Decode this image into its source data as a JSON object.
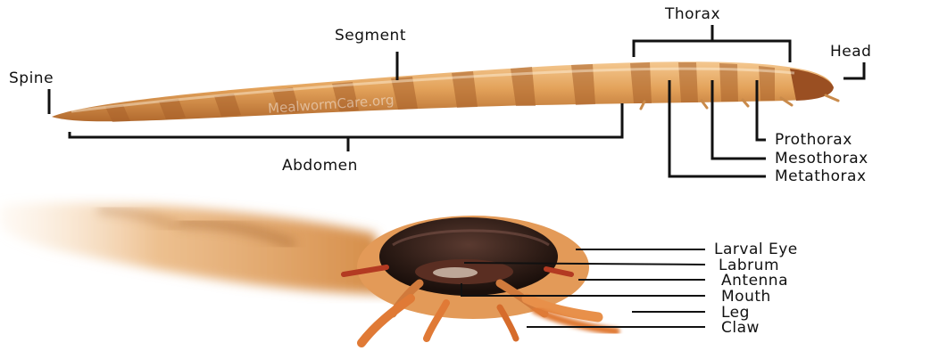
{
  "watermark": "MealwormCare.org",
  "top_labels": {
    "thorax": "Thorax",
    "segment": "Segment",
    "head": "Head",
    "spine": "Spine",
    "prothorax": "Prothorax",
    "mesothorax": "Mesothorax",
    "metathorax": "Metathorax",
    "abdomen": "Abdomen"
  },
  "head_labels": {
    "larval_eye": "Larval Eye",
    "labrum": "Labrum",
    "antenna": "Antenna",
    "mouth": "Mouth",
    "leg": "Leg",
    "claw": "Claw"
  },
  "colors": {
    "body_light": "#e8a862",
    "body_band": "#b8682a",
    "head_dark": "#2a1a14",
    "line": "#111111"
  }
}
